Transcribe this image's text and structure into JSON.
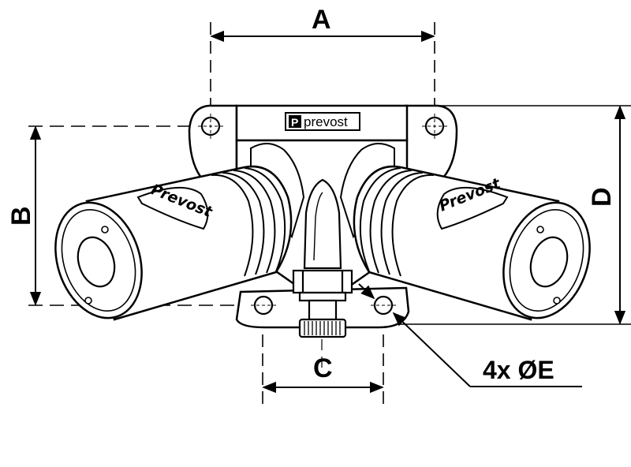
{
  "diagram": {
    "dimension_labels": {
      "a": "A",
      "b": "B",
      "c": "C",
      "d": "D"
    },
    "hole_callout": "4x ØE",
    "logo": {
      "text": "prevost",
      "mark": "P"
    },
    "connector_brand_left": "Prevost",
    "connector_brand_right": "Prevost",
    "colors": {
      "line": "#000000",
      "background": "#ffffff"
    }
  }
}
